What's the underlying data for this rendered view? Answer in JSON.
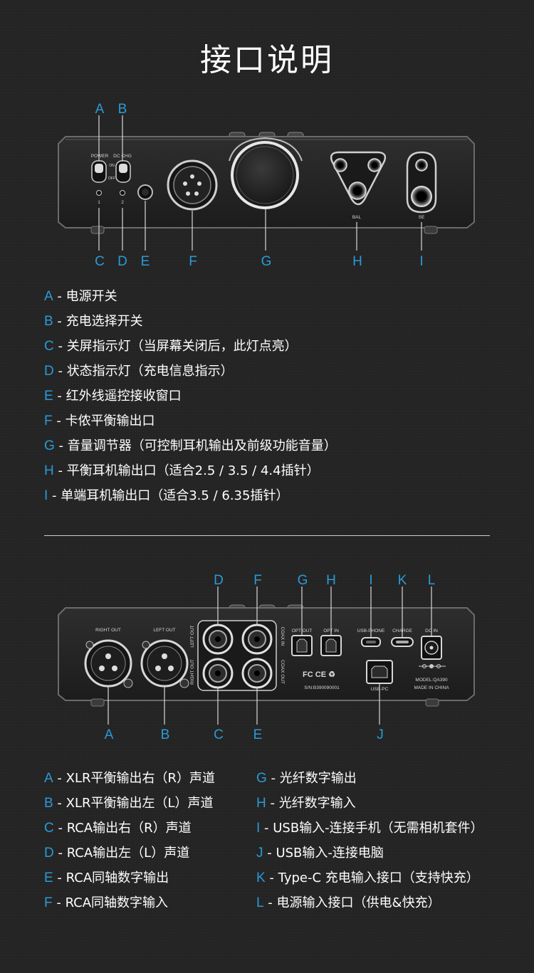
{
  "title": "接口说明",
  "front": {
    "callout_letters": {
      "A": "A",
      "B": "B",
      "C": "C",
      "D": "D",
      "E": "E",
      "F": "F",
      "G": "G",
      "H": "H",
      "I": "I"
    },
    "panel_labels": {
      "power": "POWER",
      "dc_chg": "DC CHG",
      "on": "ON",
      "off": "OFF",
      "led1": "1",
      "led2": "2",
      "bal": "BAL",
      "se": "SE"
    },
    "legend": [
      {
        "key": "A",
        "text": "电源开关"
      },
      {
        "key": "B",
        "text": "充电选择开关"
      },
      {
        "key": "C",
        "text": "关屏指示灯（当屏幕关闭后，此灯点亮）"
      },
      {
        "key": "D",
        "text": "状态指示灯（充电信息指示）"
      },
      {
        "key": "E",
        "text": "红外线遥控接收窗口"
      },
      {
        "key": "F",
        "text": "卡侬平衡输出口"
      },
      {
        "key": "G",
        "text": "音量调节器（可控制耳机输出及前级功能音量）"
      },
      {
        "key": "H",
        "text": "平衡耳机输出口（适合2.5 / 3.5 / 4.4插针）"
      },
      {
        "key": "I",
        "text": "单端耳机输出口（适合3.5 / 6.35插针）"
      }
    ]
  },
  "rear": {
    "callout_letters": {
      "A": "A",
      "B": "B",
      "C": "C",
      "D": "D",
      "E": "E",
      "F": "F",
      "G": "G",
      "H": "H",
      "I": "I",
      "J": "J",
      "K": "K",
      "L": "L"
    },
    "panel_labels": {
      "right_out": "RIGHT OUT",
      "left_out": "LEFT OUT",
      "left_out_v": "LEFT OUT",
      "right_out_v": "RIGHT OUT",
      "coax_in": "COAX IN",
      "coax_out": "COAX OUT",
      "opt_out": "OPT OUT",
      "opt_in": "OPT IN",
      "usb_phone": "USB-PHONE",
      "charge": "CHARGE",
      "dc_in": "DC IN",
      "usb_pc": "USB-PC",
      "model": "MODEL:QA390",
      "made_in": "MADE IN CHINA",
      "serial": "S/N:B390090001",
      "certs": "FC CE ♻"
    },
    "legend_left": [
      {
        "key": "A",
        "text": "XLR平衡输出右（R）声道"
      },
      {
        "key": "B",
        "text": "XLR平衡输出左（L）声道"
      },
      {
        "key": "C",
        "text": "RCA输出右（R）声道"
      },
      {
        "key": "D",
        "text": "RCA输出左（L）声道"
      },
      {
        "key": "E",
        "text": "RCA同轴数字输出"
      },
      {
        "key": "F",
        "text": "RCA同轴数字输入"
      }
    ],
    "legend_right": [
      {
        "key": "G",
        "text": "光纤数字输出"
      },
      {
        "key": "H",
        "text": "光纤数字输入"
      },
      {
        "key": "I",
        "text": "USB输入-连接手机（无需相机套件）"
      },
      {
        "key": "J",
        "text": "USB输入-连接电脑"
      },
      {
        "key": "K",
        "text": "Type-C 充电输入接口（支持快充）"
      },
      {
        "key": "L",
        "text": "电源输入接口（供电&快充）"
      }
    ]
  },
  "colors": {
    "background": "#242424",
    "accent": "#2a9bd8",
    "text": "#ffffff",
    "device_body": "#262626",
    "device_edge": "#6b6b6b"
  }
}
